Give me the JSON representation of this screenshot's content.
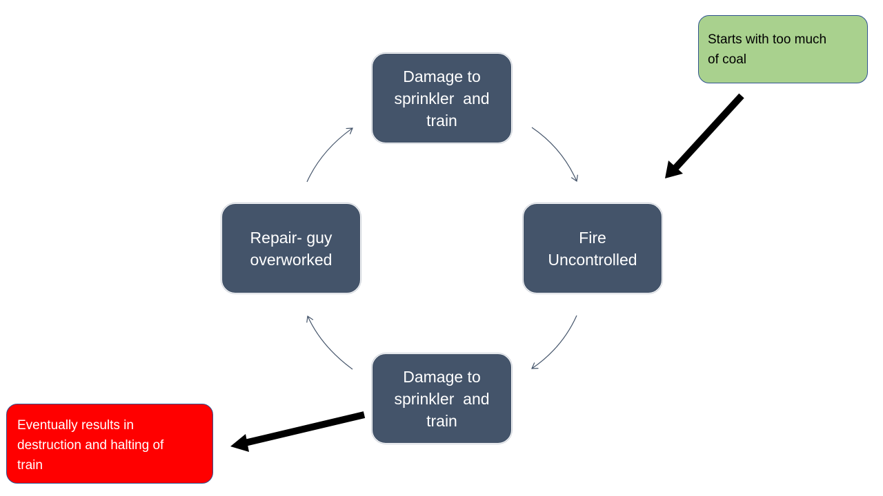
{
  "diagram": {
    "type": "cycle",
    "colors": {
      "node_fill": "#44546a",
      "cycle_arrow": "#44546a",
      "start_fill": "#a9d18e",
      "end_fill": "#ff0000",
      "callout_border": "#2f528f",
      "block_arrow": "#000000"
    },
    "nodes": [
      {
        "id": "top",
        "lines": [
          "Damage to",
          "sprinkler  and",
          "train"
        ]
      },
      {
        "id": "right",
        "lines": [
          "Fire",
          "Uncontrolled"
        ]
      },
      {
        "id": "bottom",
        "lines": [
          "Damage to",
          "sprinkler  and",
          "train"
        ]
      },
      {
        "id": "left",
        "lines": [
          "Repair- guy",
          "overworked"
        ]
      }
    ],
    "cycle_edges": [
      {
        "from": "top",
        "to": "right"
      },
      {
        "from": "right",
        "to": "bottom"
      },
      {
        "from": "bottom",
        "to": "left"
      },
      {
        "from": "left",
        "to": "top"
      }
    ],
    "callouts": {
      "start": {
        "lines": [
          "Starts with too much",
          "of coal"
        ],
        "points_to": "right"
      },
      "end": {
        "lines": [
          "Eventually results in",
          "destruction and halting of",
          "train"
        ],
        "points_from": "bottom"
      }
    }
  }
}
